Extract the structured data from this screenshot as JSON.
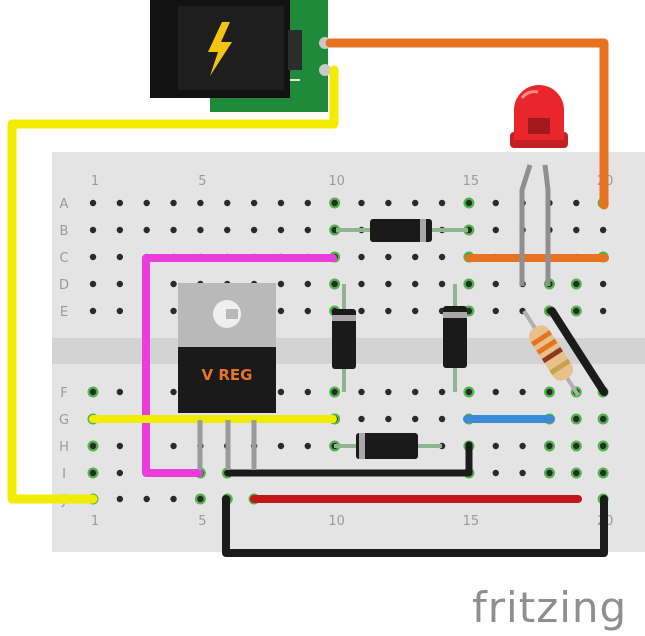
{
  "breadboard": {
    "row_labels_top": [
      "A",
      "B",
      "C",
      "D",
      "E"
    ],
    "row_labels_bottom": [
      "F",
      "G",
      "H",
      "I",
      "J"
    ],
    "column_numbers": [
      "1",
      "5",
      "10",
      "15",
      "20"
    ]
  },
  "regulator": {
    "marking": "V REG"
  },
  "barrel_jack": {
    "icon": "lightning-bolt-icon",
    "color": "#f2c511"
  },
  "led": {
    "color": "#e8262b"
  },
  "wire_colors": {
    "orange": "#e5731f",
    "yellow": "#f2ec00",
    "magenta": "#ea3ddc",
    "black": "#1b1b1b",
    "red": "#c2161b",
    "blue": "#3a8ad6",
    "green_hole": "#4fb548"
  },
  "branding": {
    "logo_text": "fritzing"
  }
}
